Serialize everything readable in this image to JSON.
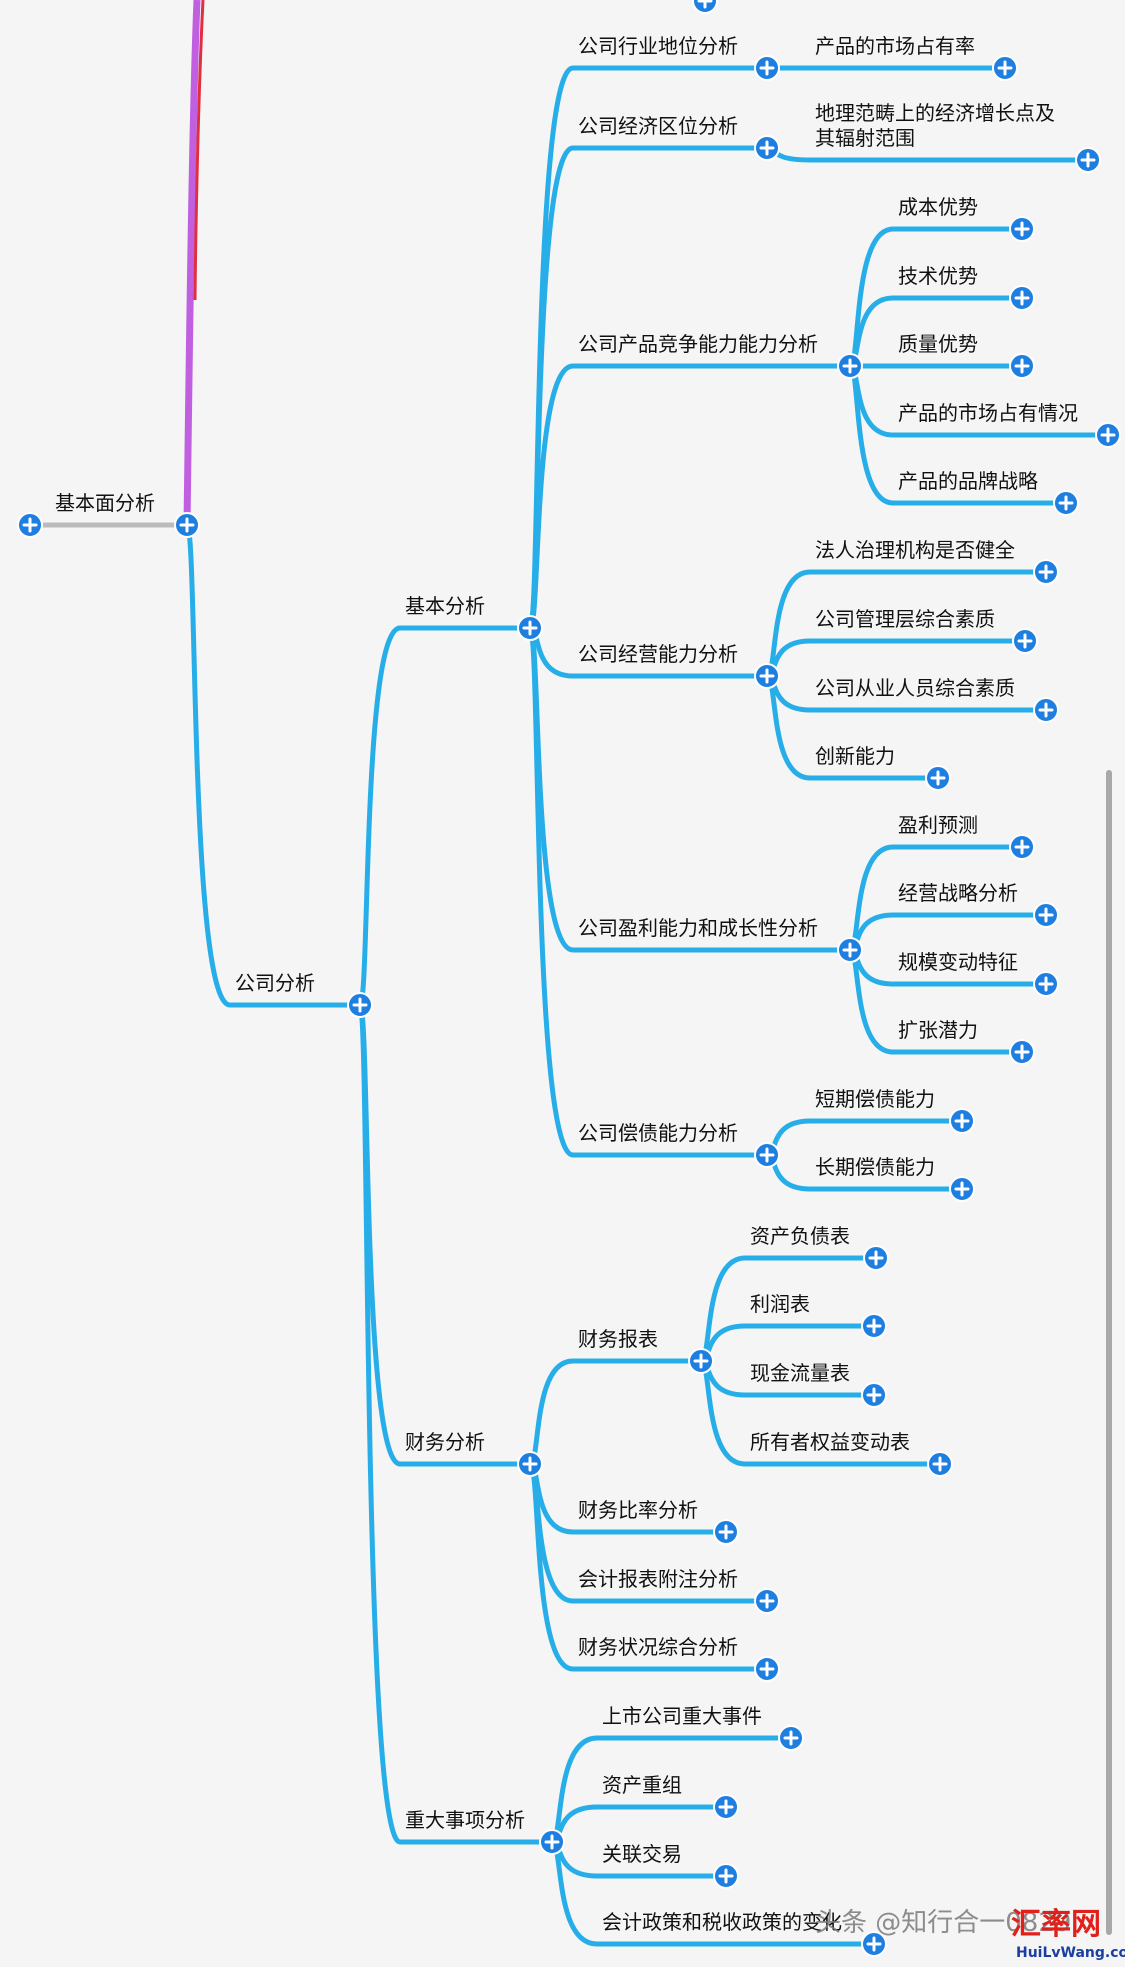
{
  "colors": {
    "link": "#27AEE8",
    "node_button": "#1E7FE0",
    "root_link": "#BBBBBB",
    "upper_line_purple": "#C060E0",
    "upper_line_red": "#E03040",
    "scrollbar": "#A8A8A8",
    "background": "#F5F5F5",
    "watermark_red": "#E0201A",
    "watermark_grey": "#7A7A7A"
  },
  "root": {
    "label": "基本面分析",
    "children": [
      {
        "label": "公司分析",
        "children": [
          {
            "label": "基本分析",
            "children": [
              {
                "label": "公司行业地位分析",
                "children": [
                  {
                    "label": "产品的市场占有率"
                  }
                ]
              },
              {
                "label": "公司经济区位分析",
                "children": [
                  {
                    "label": "地理范畴上的经济增长点及其辐射范围"
                  }
                ]
              },
              {
                "label": "公司产品竞争能力能力分析",
                "children": [
                  {
                    "label": "成本优势"
                  },
                  {
                    "label": "技术优势"
                  },
                  {
                    "label": "质量优势"
                  },
                  {
                    "label": "产品的市场占有情况"
                  },
                  {
                    "label": "产品的品牌战略"
                  }
                ]
              },
              {
                "label": "公司经营能力分析",
                "children": [
                  {
                    "label": "法人治理机构是否健全"
                  },
                  {
                    "label": "公司管理层综合素质"
                  },
                  {
                    "label": "公司从业人员综合素质"
                  },
                  {
                    "label": "创新能力"
                  }
                ]
              },
              {
                "label": "公司盈利能力和成长性分析",
                "children": [
                  {
                    "label": "盈利预测"
                  },
                  {
                    "label": "经营战略分析"
                  },
                  {
                    "label": "规模变动特征"
                  },
                  {
                    "label": "扩张潜力"
                  }
                ]
              },
              {
                "label": "公司偿债能力分析",
                "children": [
                  {
                    "label": "短期偿债能力"
                  },
                  {
                    "label": "长期偿债能力"
                  }
                ]
              }
            ]
          },
          {
            "label": "财务分析",
            "children": [
              {
                "label": "财务报表",
                "children": [
                  {
                    "label": "资产负债表"
                  },
                  {
                    "label": "利润表"
                  },
                  {
                    "label": "现金流量表"
                  },
                  {
                    "label": "所有者权益变动表"
                  }
                ]
              },
              {
                "label": "财务比率分析"
              },
              {
                "label": "会计报表附注分析"
              },
              {
                "label": "财务状况综合分析"
              }
            ]
          },
          {
            "label": "重大事项分析",
            "children": [
              {
                "label": "上市公司重大事件"
              },
              {
                "label": "资产重组"
              },
              {
                "label": "关联交易"
              },
              {
                "label": "会计政策和税收政策的变化"
              }
            ]
          }
        ]
      }
    ]
  },
  "watermark": {
    "source": "头条 @知行合一0829",
    "brand": "汇率网",
    "url": "HuiLvWang.com"
  }
}
